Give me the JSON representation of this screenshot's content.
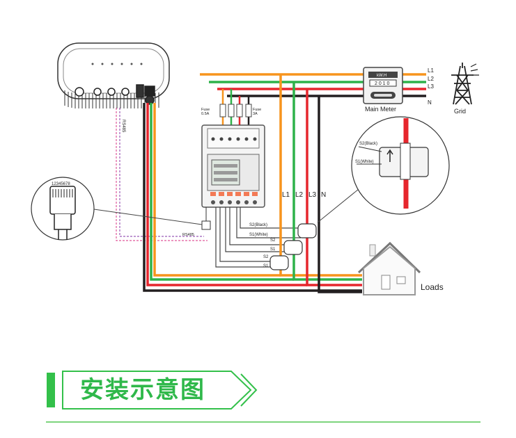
{
  "diagram": {
    "lines": {
      "l1": "L1",
      "l2": "L2",
      "l3": "L3",
      "n": "N"
    },
    "main_meter": {
      "unit": "kW.H",
      "reading": "2 0 1 0",
      "label": "Main Meter"
    },
    "grid_label": "Grid",
    "loads_label": "Loads",
    "fuse_left": "Fuse\n0.5A",
    "fuse_right": "Fuse\n3A",
    "rs485_inverter": "RS485",
    "rs485_meter": "RS485",
    "rj45_pins": "12345678",
    "ct": {
      "s2_black": "S2(Black)",
      "s1_white": "S1(White)",
      "s2": "S2",
      "s1": "S1"
    },
    "ct_zoom": {
      "s2_black": "S2(Black)",
      "s1_white": "S1(White)"
    },
    "colors": {
      "orange": "#f7941d",
      "green": "#2eb24a",
      "red": "#e6262d",
      "black": "#231f20",
      "pink_dashed": "#e0579a",
      "accent": "#33c04a"
    }
  },
  "banner": {
    "title": "安装示意图"
  }
}
